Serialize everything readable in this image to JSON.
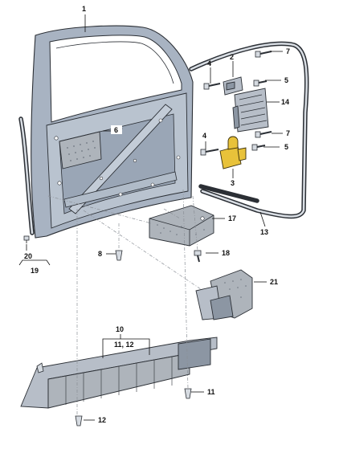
{
  "callouts": {
    "c1": "1",
    "c2": "2",
    "c3": "3",
    "c4a": "4",
    "c4b": "4",
    "c5a": "5",
    "c5b": "5",
    "c6": "6",
    "c7a": "7",
    "c7b": "7",
    "c8": "8",
    "c10": "10",
    "c11_12": "11, 12",
    "c11": "11",
    "c12": "12",
    "c13": "13",
    "c14": "14",
    "c17": "17",
    "c18": "18",
    "c19": "19",
    "c20": "20",
    "c21": "21"
  },
  "colors": {
    "door_blue_gray": "#a8b3c2",
    "hinge_yellow": "#e8c23a",
    "outline": "#2b2f35"
  }
}
